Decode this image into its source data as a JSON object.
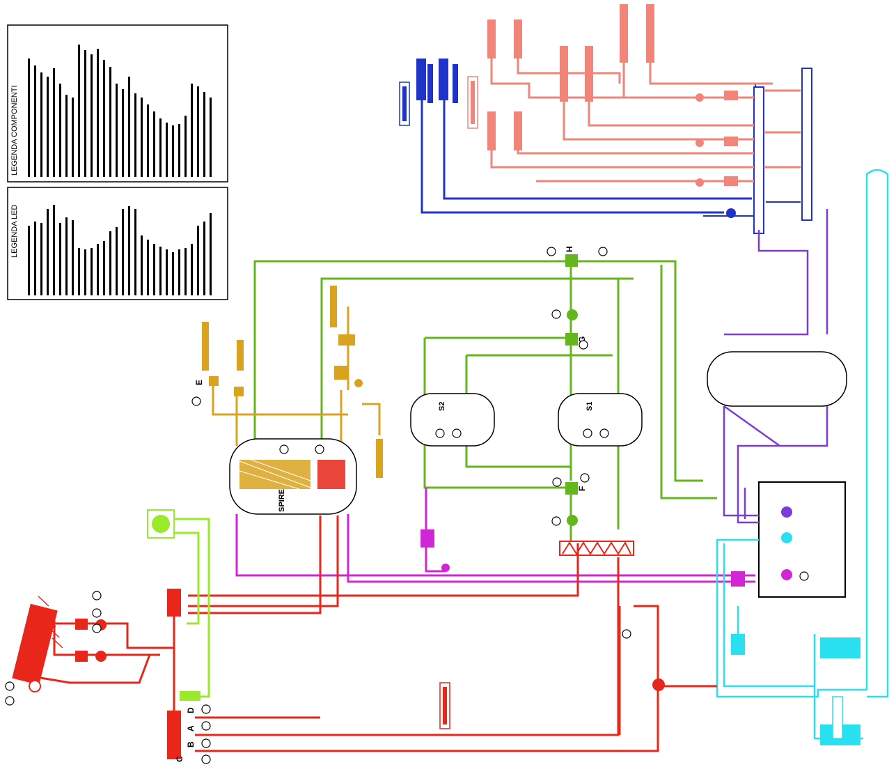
{
  "legend_components": {
    "title": "LEGENDA COMPONENTI"
  },
  "legend_led": {
    "title": "LEGENDA LED"
  },
  "tanks": {
    "spiral_boiler": "SPIRE",
    "puffer_s1": "S1",
    "puffer_s2": "S2"
  },
  "valves": {
    "a": "A",
    "b": "B",
    "c": "C",
    "d": "D",
    "e": "E",
    "f": "F",
    "g": "G",
    "h": "H"
  },
  "colors": {
    "solar_red": "#e8261a",
    "heating_pink": "#f2857a",
    "cold_blue": "#1f33c9",
    "green_loop": "#63b61c",
    "lime_loop": "#9bea2a",
    "dhw_orange": "#d9a320",
    "magenta": "#d126d6",
    "purple": "#7a3cd8",
    "cyan": "#28e0f0"
  }
}
